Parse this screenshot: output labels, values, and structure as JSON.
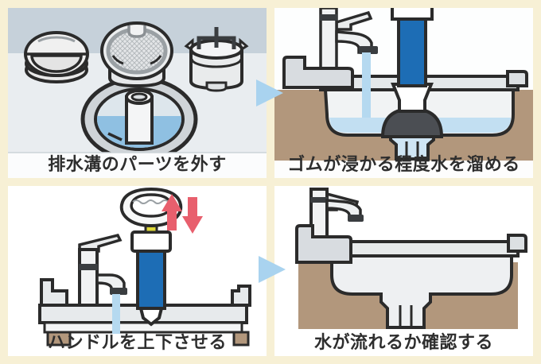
{
  "diagram": {
    "type": "how-to-steps",
    "topic": "sink drain unclogging with a pump plunger",
    "language": "ja"
  },
  "steps": [
    {
      "index": 1,
      "caption": "排水溝のパーツを外す",
      "illustration": "drain-parts-removed"
    },
    {
      "index": 2,
      "caption": "ゴムが浸かる程度水を溜める",
      "illustration": "fill-water-over-rubber-cup"
    },
    {
      "index": 3,
      "caption": "ハンドルを上下させる",
      "illustration": "move-handle-up-and-down"
    },
    {
      "index": 4,
      "caption": "水が流れるか確認する",
      "illustration": "check-water-drains"
    }
  ],
  "icons": {
    "next_step_arrow": "right-triangle-arrow",
    "up_arrow": "red-up-arrow",
    "down_arrow": "red-down-arrow"
  },
  "colors": {
    "page_background": "#f7f0d5",
    "outline": "#2b2b2b",
    "plunger_blue": "#1d6db5",
    "water_light_blue": "#c2dff2",
    "stream_blue": "#b5d9f0",
    "drain_water_blue": "#8fc0e2",
    "counter_brown": "#b2977c",
    "rubber_dark": "#4b4e53",
    "next_arrow_blue": "#a9d3ef",
    "updown_arrow_red": "#e85f6d",
    "panel_gray": "#e9edf0",
    "counter_band_bluegray": "#c6d1da",
    "caption_text": "#2e2e2e"
  }
}
